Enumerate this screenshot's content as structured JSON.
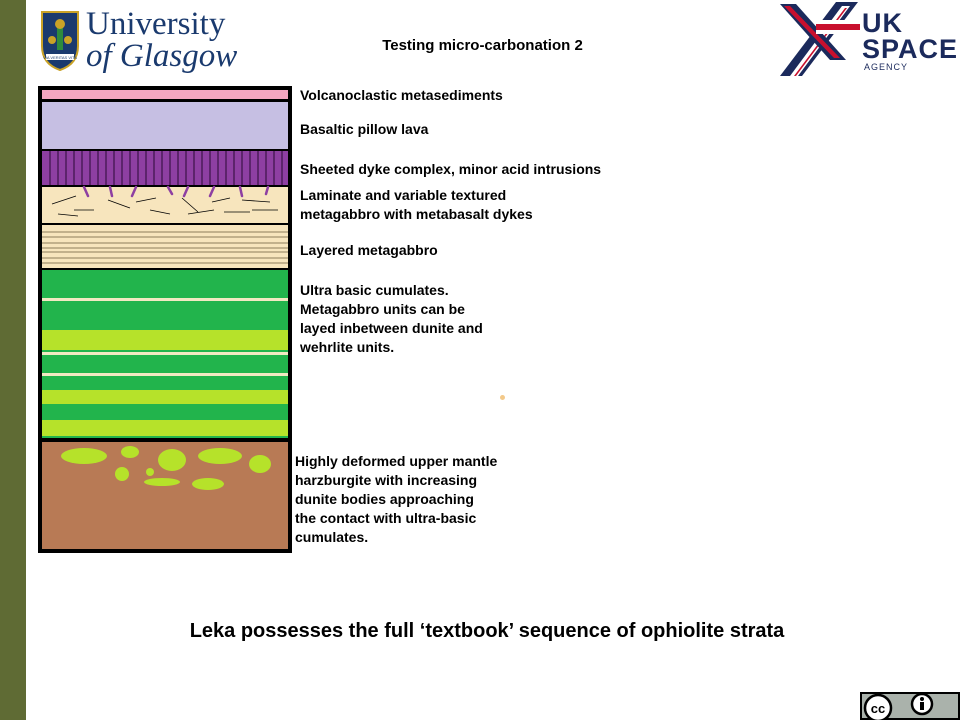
{
  "header": {
    "university_line1": "University",
    "university_line2": "of Glasgow",
    "crest_motto": "VIA VERITAS VITA",
    "title": "Testing micro-carbonation 2",
    "agency_line1": "UK",
    "agency_line2": "SPACE",
    "agency_line3": "AGENCY"
  },
  "strata": [
    {
      "label": "Volcanoclastic metasediments",
      "color": "#f4a6c0"
    },
    {
      "label": "Basaltic pillow lava",
      "color": "#c6bfe3"
    },
    {
      "label": "Sheeted dyke complex, minor acid intrusions",
      "color": "#8e3fa2"
    },
    {
      "label_lines": [
        "Laminate and variable textured",
        "metagabbro with metabasalt dykes"
      ],
      "color": "#f7e5bd"
    },
    {
      "label": "Layered metagabbro",
      "color": "#f7e5bd"
    },
    {
      "label_lines": [
        "Ultra basic cumulates.",
        "Metagabbro units can be",
        "layed inbetween dunite and",
        "wehrlite units."
      ],
      "colors": [
        "#22b44c",
        "#b6e22a"
      ]
    },
    {
      "label_lines": [
        "Highly deformed upper mantle",
        "harzburgite with increasing",
        "dunite bodies approaching",
        "the contact with ultra-basic",
        "cumulates."
      ],
      "color": "#b87a55",
      "inclusion_color": "#b6e22a"
    }
  ],
  "footer": {
    "caption": "Leka possesses the full ‘textbook’ sequence of ophiolite strata"
  },
  "license": {
    "badge": "cc"
  }
}
